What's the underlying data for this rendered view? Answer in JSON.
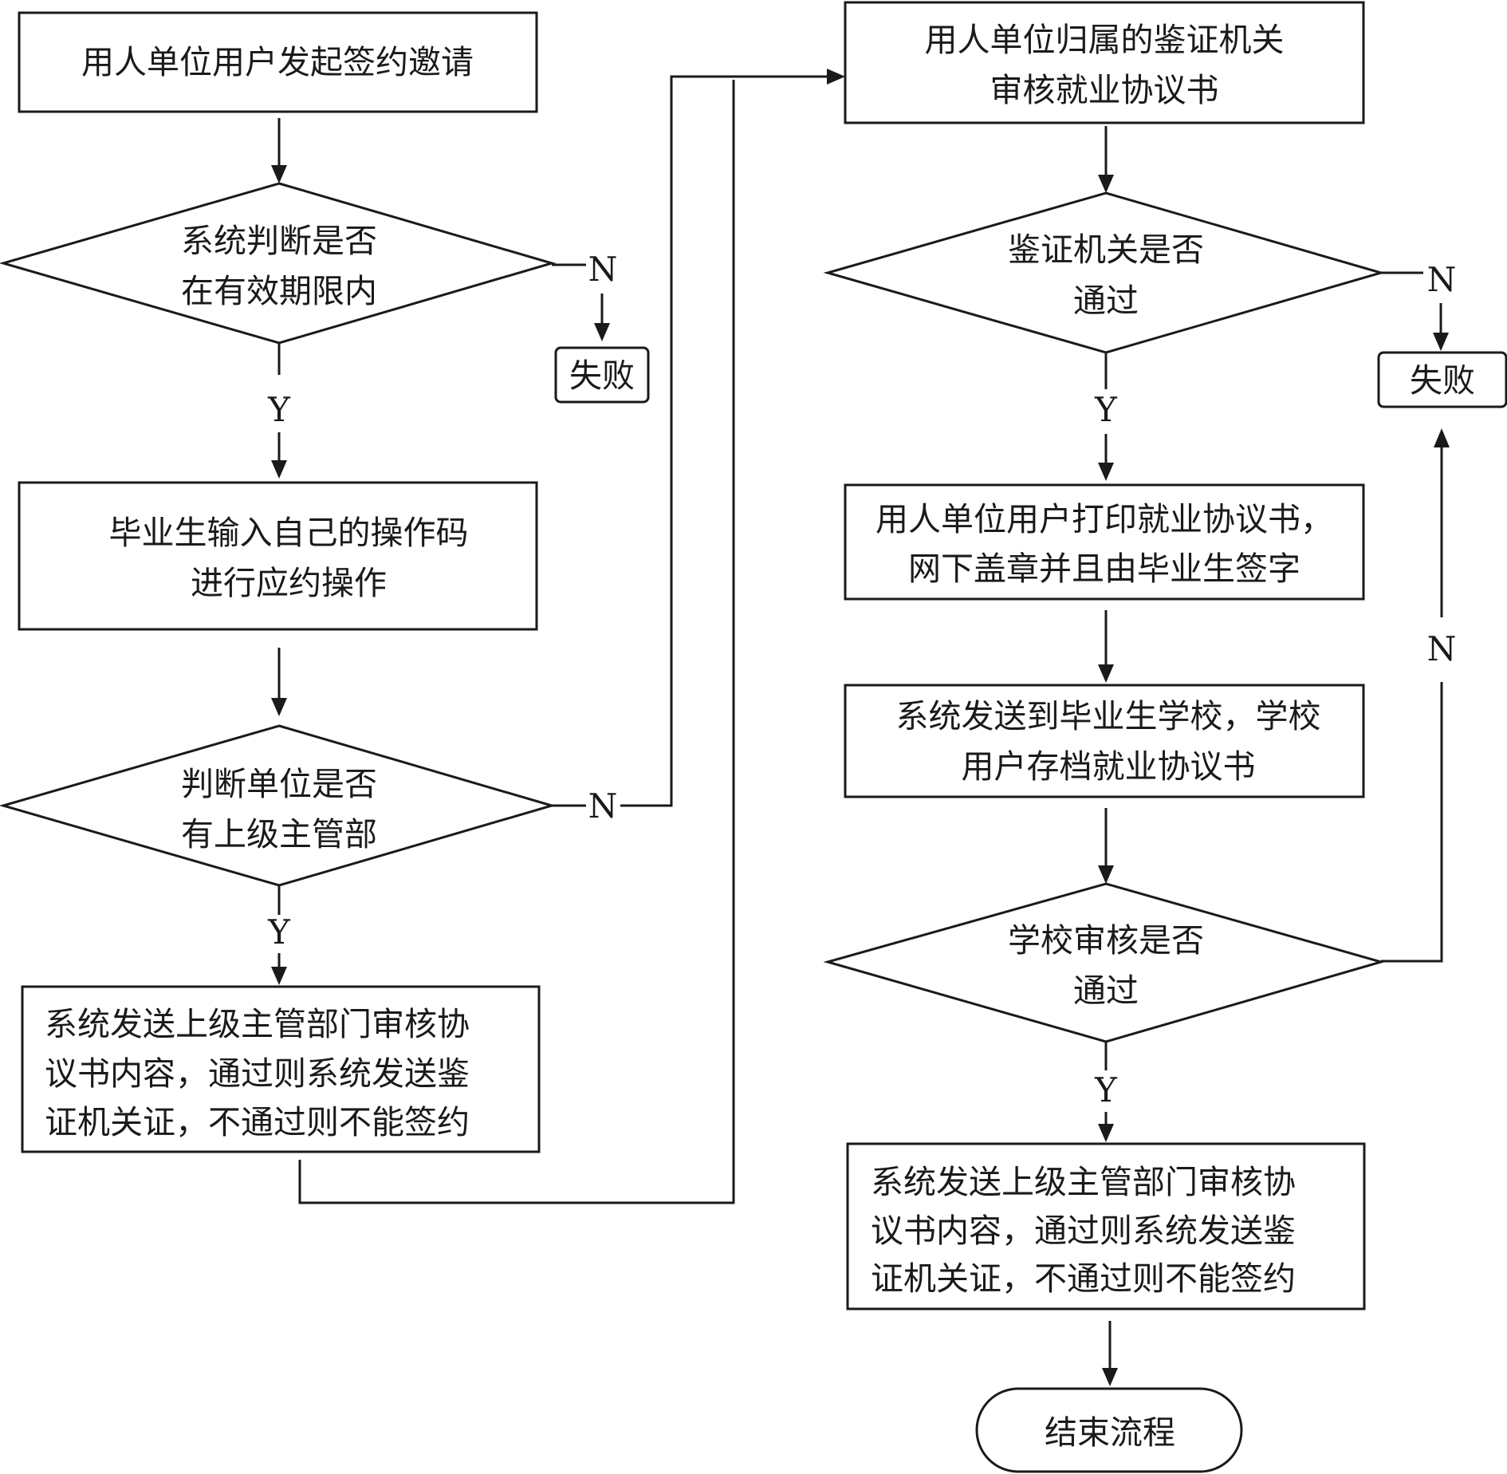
{
  "nodes": {
    "start": {
      "lines": [
        "用人单位用户发起签约邀请"
      ]
    },
    "check_valid": {
      "lines": [
        "系统判断是否",
        "在有效期限内"
      ]
    },
    "fail_1": {
      "lines": [
        "失败"
      ]
    },
    "graduate_input": {
      "lines": [
        "毕业生输入自己的操作码",
        "进行应约操作"
      ]
    },
    "check_superior": {
      "lines": [
        "判断单位是否",
        "有上级主管部"
      ]
    },
    "superior_review": {
      "lines": [
        "系统发送上级主管部门审核协",
        "议书内容，通过则系统发送鉴",
        "证机关证，不通过则不能签约"
      ]
    },
    "authority_review": {
      "lines": [
        "用人单位归属的鉴证机关",
        "审核就业协议书"
      ]
    },
    "check_authority": {
      "lines": [
        "鉴证机关是否",
        "通过"
      ]
    },
    "fail_2": {
      "lines": [
        "失败"
      ]
    },
    "print_sign": {
      "lines": [
        "用人单位用户打印就业协议书，",
        "网下盖章并且由毕业生签字"
      ]
    },
    "send_school": {
      "lines": [
        "系统发送到毕业生学校，学校",
        "用户存档就业协议书"
      ]
    },
    "check_school": {
      "lines": [
        "学校审核是否",
        "通过"
      ]
    },
    "final_review": {
      "lines": [
        "系统发送上级主管部门审核协",
        "议书内容，通过则系统发送鉴",
        "证机关证，不通过则不能签约"
      ]
    },
    "end": {
      "lines": [
        "结束流程"
      ]
    }
  },
  "edge_labels": {
    "valid_no": "N",
    "valid_yes": "Y",
    "superior_no": "N",
    "superior_yes": "Y",
    "authority_no": "N",
    "authority_yes": "Y",
    "school_no": "N",
    "school_yes": "Y"
  }
}
